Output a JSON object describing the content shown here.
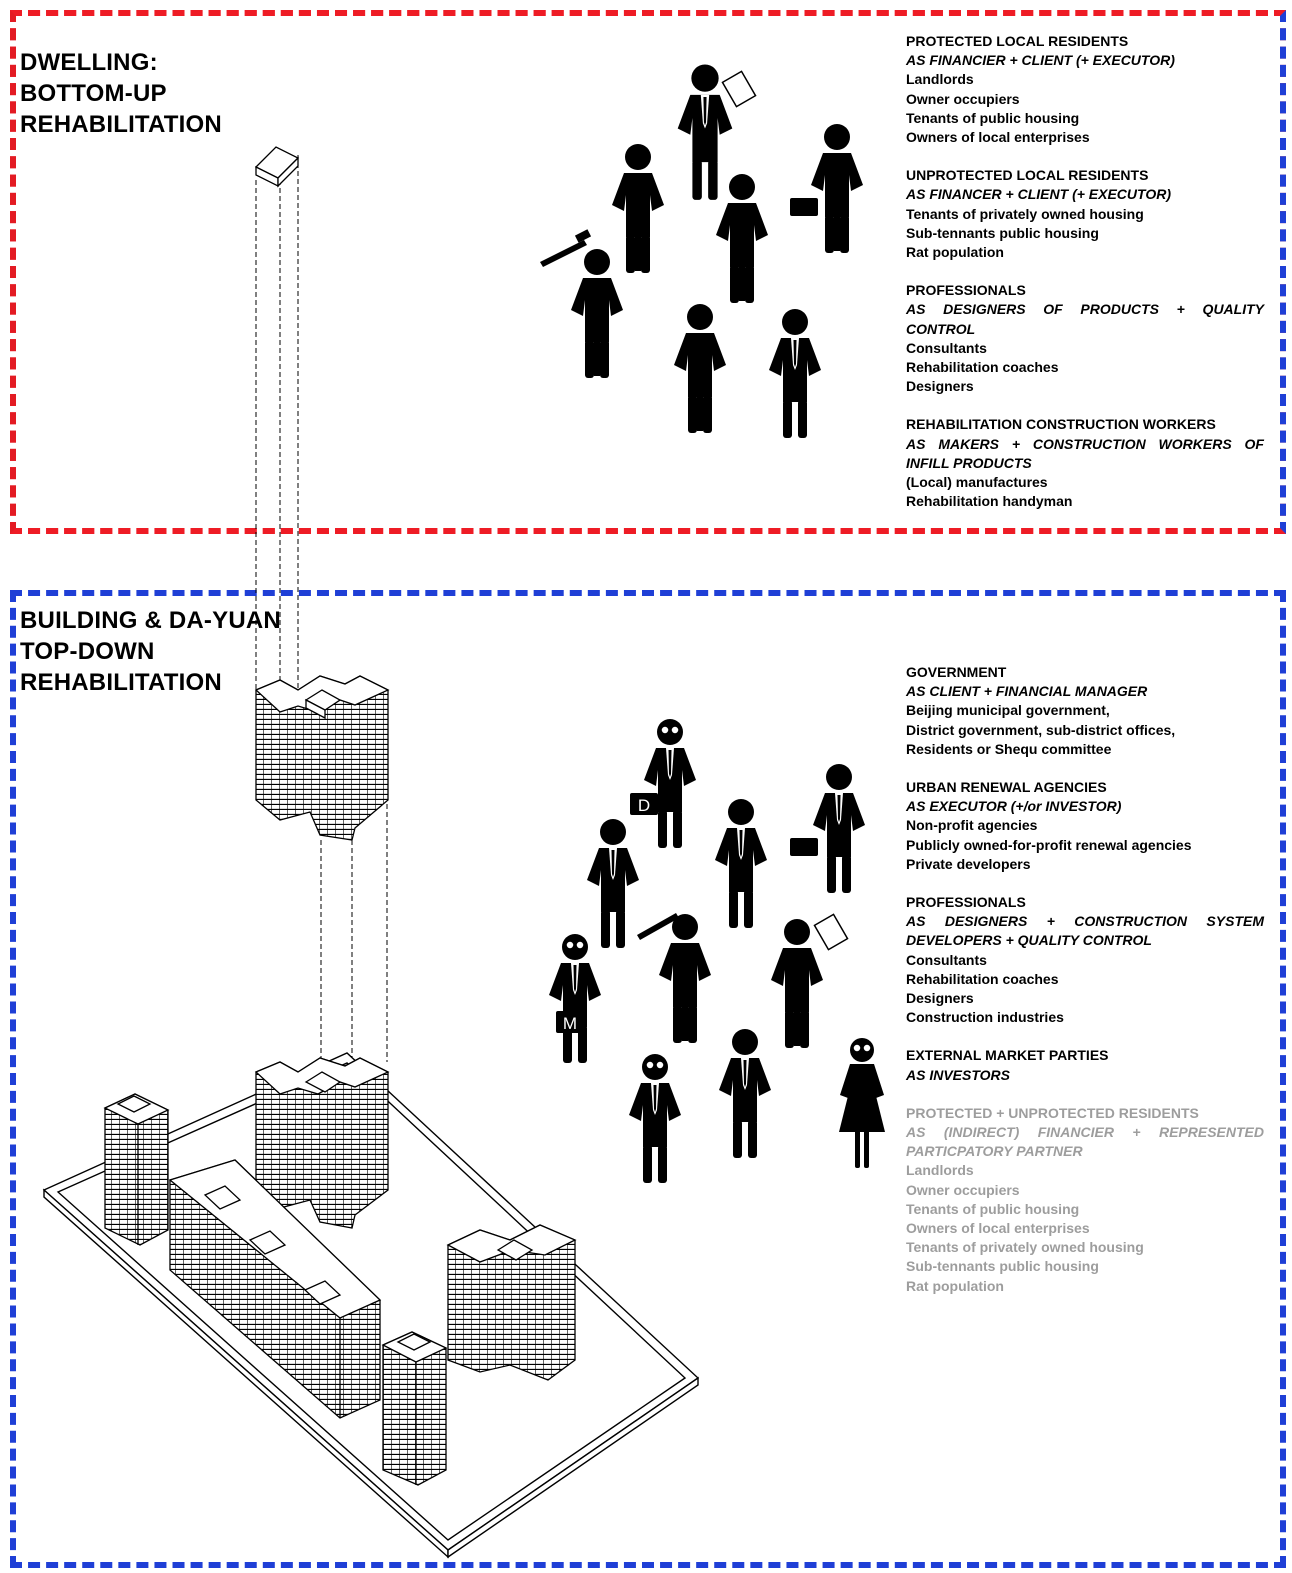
{
  "colors": {
    "top_frame": "#ee1c25",
    "bottom_frame": "#1f3fd6",
    "muted_text": "#9d9d9d"
  },
  "dwelling": {
    "title": "DWELLING:\nBOTTOM-UP\nREHABILITATION",
    "groups": [
      {
        "heading": "PROTECTED LOCAL RESIDENTS",
        "role": "AS FINANCIER + CLIENT (+ EXECUTOR)",
        "items": [
          "Landlords",
          "Owner occupiers",
          "Tenants of public housing",
          "Owners of local enterprises"
        ]
      },
      {
        "heading": "UNPROTECTED LOCAL RESIDENTS",
        "role": "AS FINANCER + CLIENT (+ EXECUTOR)",
        "items": [
          "Tenants of privately owned housing",
          "Sub-tennants public housing",
          "Rat population"
        ]
      },
      {
        "heading": "PROFESSIONALS",
        "role": "AS DESIGNERS OF PRODUCTS + QUALITY CONTROL",
        "items": [
          "Consultants",
          "Rehabilitation coaches",
          "Designers"
        ]
      },
      {
        "heading": "REHABILITATION CONSTRUCTION WORKERS",
        "role": "AS MAKERS + CONSTRUCTION WORKERS OF INFILL PRODUCTS",
        "items": [
          "(Local) manufactures",
          "Rehabilitation handyman"
        ]
      }
    ]
  },
  "building": {
    "title": "BUILDING & DA-YUAN\nTOP-DOWN\nREHABILITATION",
    "groups": [
      {
        "heading": "GOVERNMENT",
        "role": "AS CLIENT + FINANCIAL MANAGER",
        "items": [
          "Beijing municipal government,",
          "District government, sub-district offices,",
          "Residents or Shequ committee"
        ]
      },
      {
        "heading": "URBAN RENEWAL AGENCIES",
        "role": "AS EXECUTOR (+/or INVESTOR)",
        "items": [
          "Non-profit agencies",
          "Publicly owned-for-profit renewal agencies",
          "Private developers"
        ]
      },
      {
        "heading": "PROFESSIONALS",
        "role": "AS DESIGNERS + CONSTRUCTION SYSTEM DEVELOPERS + QUALITY CONTROL",
        "items": [
          "Consultants",
          "Rehabilitation coaches",
          "Designers",
          "Construction industries"
        ]
      },
      {
        "heading": "EXTERNAL MARKET PARTIES",
        "role": "AS INVESTORS",
        "items": []
      },
      {
        "heading": "PROTECTED + UNPROTECTED RESIDENTS",
        "role": "AS (INDIRECT) FINANCIER + REPRESENTED PARTICPATORY PARTNER",
        "items": [
          "Landlords",
          "Owner occupiers",
          "Tenants of public housing",
          "Owners of local enterprises",
          "Tenants of privately owned housing",
          "Sub-tennants public housing",
          "Rat population"
        ]
      }
    ]
  },
  "figure_marks": {
    "briefcase_d": "D",
    "briefcase_m": "M"
  }
}
